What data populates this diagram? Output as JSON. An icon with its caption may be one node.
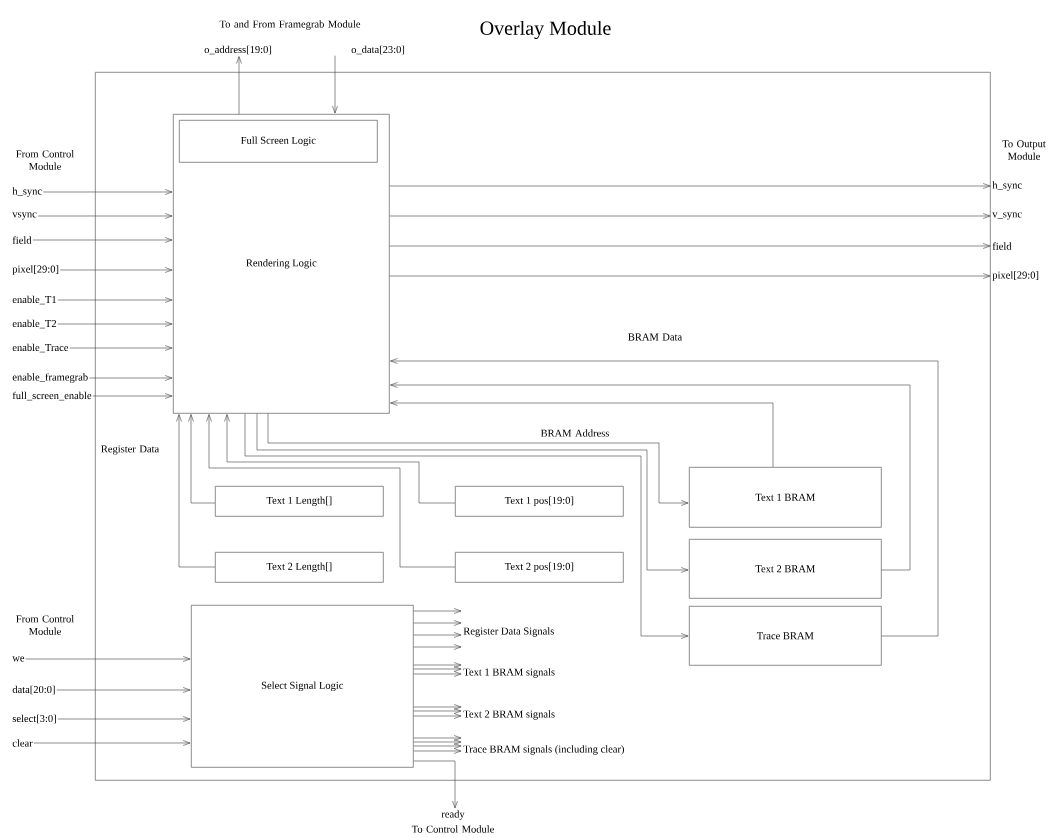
{
  "diagram": {
    "nodes": [
      {
        "text": [
          "Overlay Module"
        ]
      },
      {
        "text": [
          "Rendering Logic"
        ],
        "in": 0
      },
      {
        "text": [
          "Full Screen Logic"
        ],
        "in": 1
      },
      {
        "text": [
          "Text 1 Length[]"
        ],
        "in": 0
      },
      {
        "text": [
          "Text 1 pos[19:0]"
        ],
        "in": 0
      },
      {
        "text": [
          "Text 2 Length[]"
        ],
        "in": 0
      },
      {
        "text": [
          "Text 2 pos[19:0]"
        ],
        "in": 0
      },
      {
        "text": [
          "Text 1 BRAM"
        ],
        "in": 0
      },
      {
        "text": [
          "Text 2 BRAM"
        ],
        "in": 0
      },
      {
        "text": [
          "Trace BRAM"
        ],
        "in": 0
      },
      {
        "text": [
          "Select Signal Logic"
        ],
        "in": 0
      },
      {
        "text": [
          "o_address[19:0]"
        ]
      },
      {
        "text": [
          "o_data[23:0]"
        ]
      },
      {
        "text": [
          "h_sync"
        ]
      },
      {
        "text": [
          "vsync"
        ]
      },
      {
        "text": [
          "field"
        ]
      },
      {
        "text": [
          "pixel[29:0]"
        ]
      },
      {
        "text": [
          "enable_T1"
        ]
      },
      {
        "text": [
          "enable_T2"
        ]
      },
      {
        "text": [
          "enable_Trace"
        ]
      },
      {
        "text": [
          "enable_framegrab"
        ]
      },
      {
        "text": [
          "full_screen_enable"
        ]
      },
      {
        "text": [
          "h_sync"
        ]
      },
      {
        "text": [
          "v_sync"
        ]
      },
      {
        "text": [
          "field"
        ]
      },
      {
        "text": [
          "pixel[29:0]"
        ]
      },
      {
        "text": [
          "we"
        ]
      },
      {
        "text": [
          "data[20:0]"
        ]
      },
      {
        "text": [
          "select[3:0]"
        ]
      },
      {
        "text": [
          "clear"
        ]
      },
      {
        "text": [
          "Register Data Signals"
        ],
        "in": 0
      },
      {
        "text": [
          "Text 1 BRAM signals"
        ],
        "in": 0
      },
      {
        "text": [
          "Text 2 BRAM signals"
        ],
        "in": 0
      },
      {
        "text": [
          "Trace BRAM signals (including clear)"
        ],
        "in": 0
      },
      {
        "text": [
          "ready"
        ]
      }
    ],
    "edges": [
      {
        "from": 1,
        "to": 11,
        "arrow": "to"
      },
      {
        "from": 12,
        "to": 1,
        "arrow": "to"
      },
      {
        "from": 13,
        "to": 1,
        "arrow": "to"
      },
      {
        "from": 14,
        "to": 1,
        "arrow": "to"
      },
      {
        "from": 15,
        "to": 1,
        "arrow": "to"
      },
      {
        "from": 16,
        "to": 1,
        "arrow": "to"
      },
      {
        "from": 17,
        "to": 1,
        "arrow": "to"
      },
      {
        "from": 18,
        "to": 1,
        "arrow": "to"
      },
      {
        "from": 19,
        "to": 1,
        "arrow": "to"
      },
      {
        "from": 20,
        "to": 1,
        "arrow": "to"
      },
      {
        "from": 21,
        "to": 1,
        "arrow": "to"
      },
      {
        "from": 1,
        "to": 22,
        "arrow": "to"
      },
      {
        "from": 1,
        "to": 23,
        "arrow": "to"
      },
      {
        "from": 1,
        "to": 24,
        "arrow": "to"
      },
      {
        "from": 1,
        "to": 25,
        "arrow": "to"
      },
      {
        "from": 7,
        "to": 1,
        "arrow": "to"
      },
      {
        "from": 8,
        "to": 1,
        "arrow": "to"
      },
      {
        "from": 9,
        "to": 1,
        "arrow": "to"
      },
      {
        "from": 1,
        "to": 7,
        "arrow": "to"
      },
      {
        "from": 1,
        "to": 8,
        "arrow": "to"
      },
      {
        "from": 1,
        "to": 9,
        "arrow": "to"
      },
      {
        "from": 3,
        "to": 1,
        "arrow": "to"
      },
      {
        "from": 5,
        "to": 1,
        "arrow": "to"
      },
      {
        "from": 4,
        "to": 1,
        "arrow": "to"
      },
      {
        "from": 6,
        "to": 1,
        "arrow": "to"
      },
      {
        "from": 26,
        "to": 10,
        "arrow": "to"
      },
      {
        "from": 27,
        "to": 10,
        "arrow": "to"
      },
      {
        "from": 28,
        "to": 10,
        "arrow": "to"
      },
      {
        "from": 29,
        "to": 10,
        "arrow": "to"
      },
      {
        "from": 10,
        "to": 30,
        "arrow": "to"
      },
      {
        "from": 10,
        "to": 30,
        "arrow": "to"
      },
      {
        "from": 10,
        "to": 30,
        "arrow": "to"
      },
      {
        "from": 10,
        "to": 30,
        "arrow": "to"
      },
      {
        "from": 10,
        "to": 31,
        "arrow": "to"
      },
      {
        "from": 10,
        "to": 31,
        "arrow": "to"
      },
      {
        "from": 10,
        "to": 31,
        "arrow": "to"
      },
      {
        "from": 10,
        "to": 32,
        "arrow": "to"
      },
      {
        "from": 10,
        "to": 32,
        "arrow": "to"
      },
      {
        "from": 10,
        "to": 32,
        "arrow": "to"
      },
      {
        "from": 10,
        "to": 33,
        "arrow": "to"
      },
      {
        "from": 10,
        "to": 33,
        "arrow": "to"
      },
      {
        "from": 10,
        "to": 33,
        "arrow": "to"
      },
      {
        "from": 10,
        "to": 33,
        "arrow": "to"
      },
      {
        "from": 10,
        "to": 34,
        "arrow": "to"
      }
    ],
    "labels": [
      "To and From Framegrab Module",
      "From Control Module",
      "To Output Module",
      "BRAM Data",
      "BRAM Address",
      "Register Data",
      "From Control Module",
      "To Control Module"
    ]
  }
}
